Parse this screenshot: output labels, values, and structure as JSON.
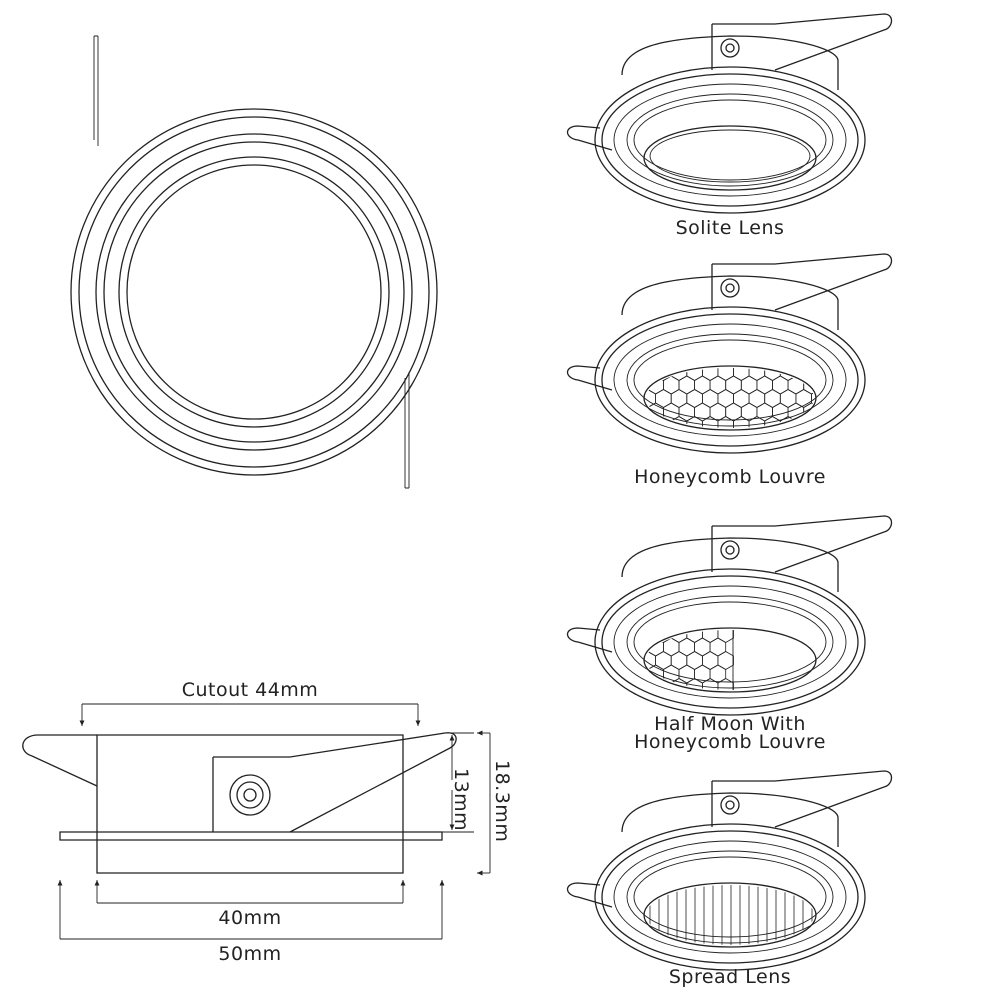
{
  "dimensions": {
    "cutout": "Cutout 44mm",
    "inner_width": "40mm",
    "outer_width": "50mm",
    "height_body": "13mm",
    "height_total": "18.3mm"
  },
  "variants": [
    {
      "label": "Solite Lens",
      "insert": "lens"
    },
    {
      "label": "Honeycomb Louvre",
      "insert": "honeycomb"
    },
    {
      "label": "Half Moon With\nHoneycomb Louvre",
      "insert": "half-honeycomb"
    },
    {
      "label": "Spread Lens",
      "insert": "spread"
    }
  ],
  "colors": {
    "line": "#222222",
    "background": "#ffffff"
  }
}
